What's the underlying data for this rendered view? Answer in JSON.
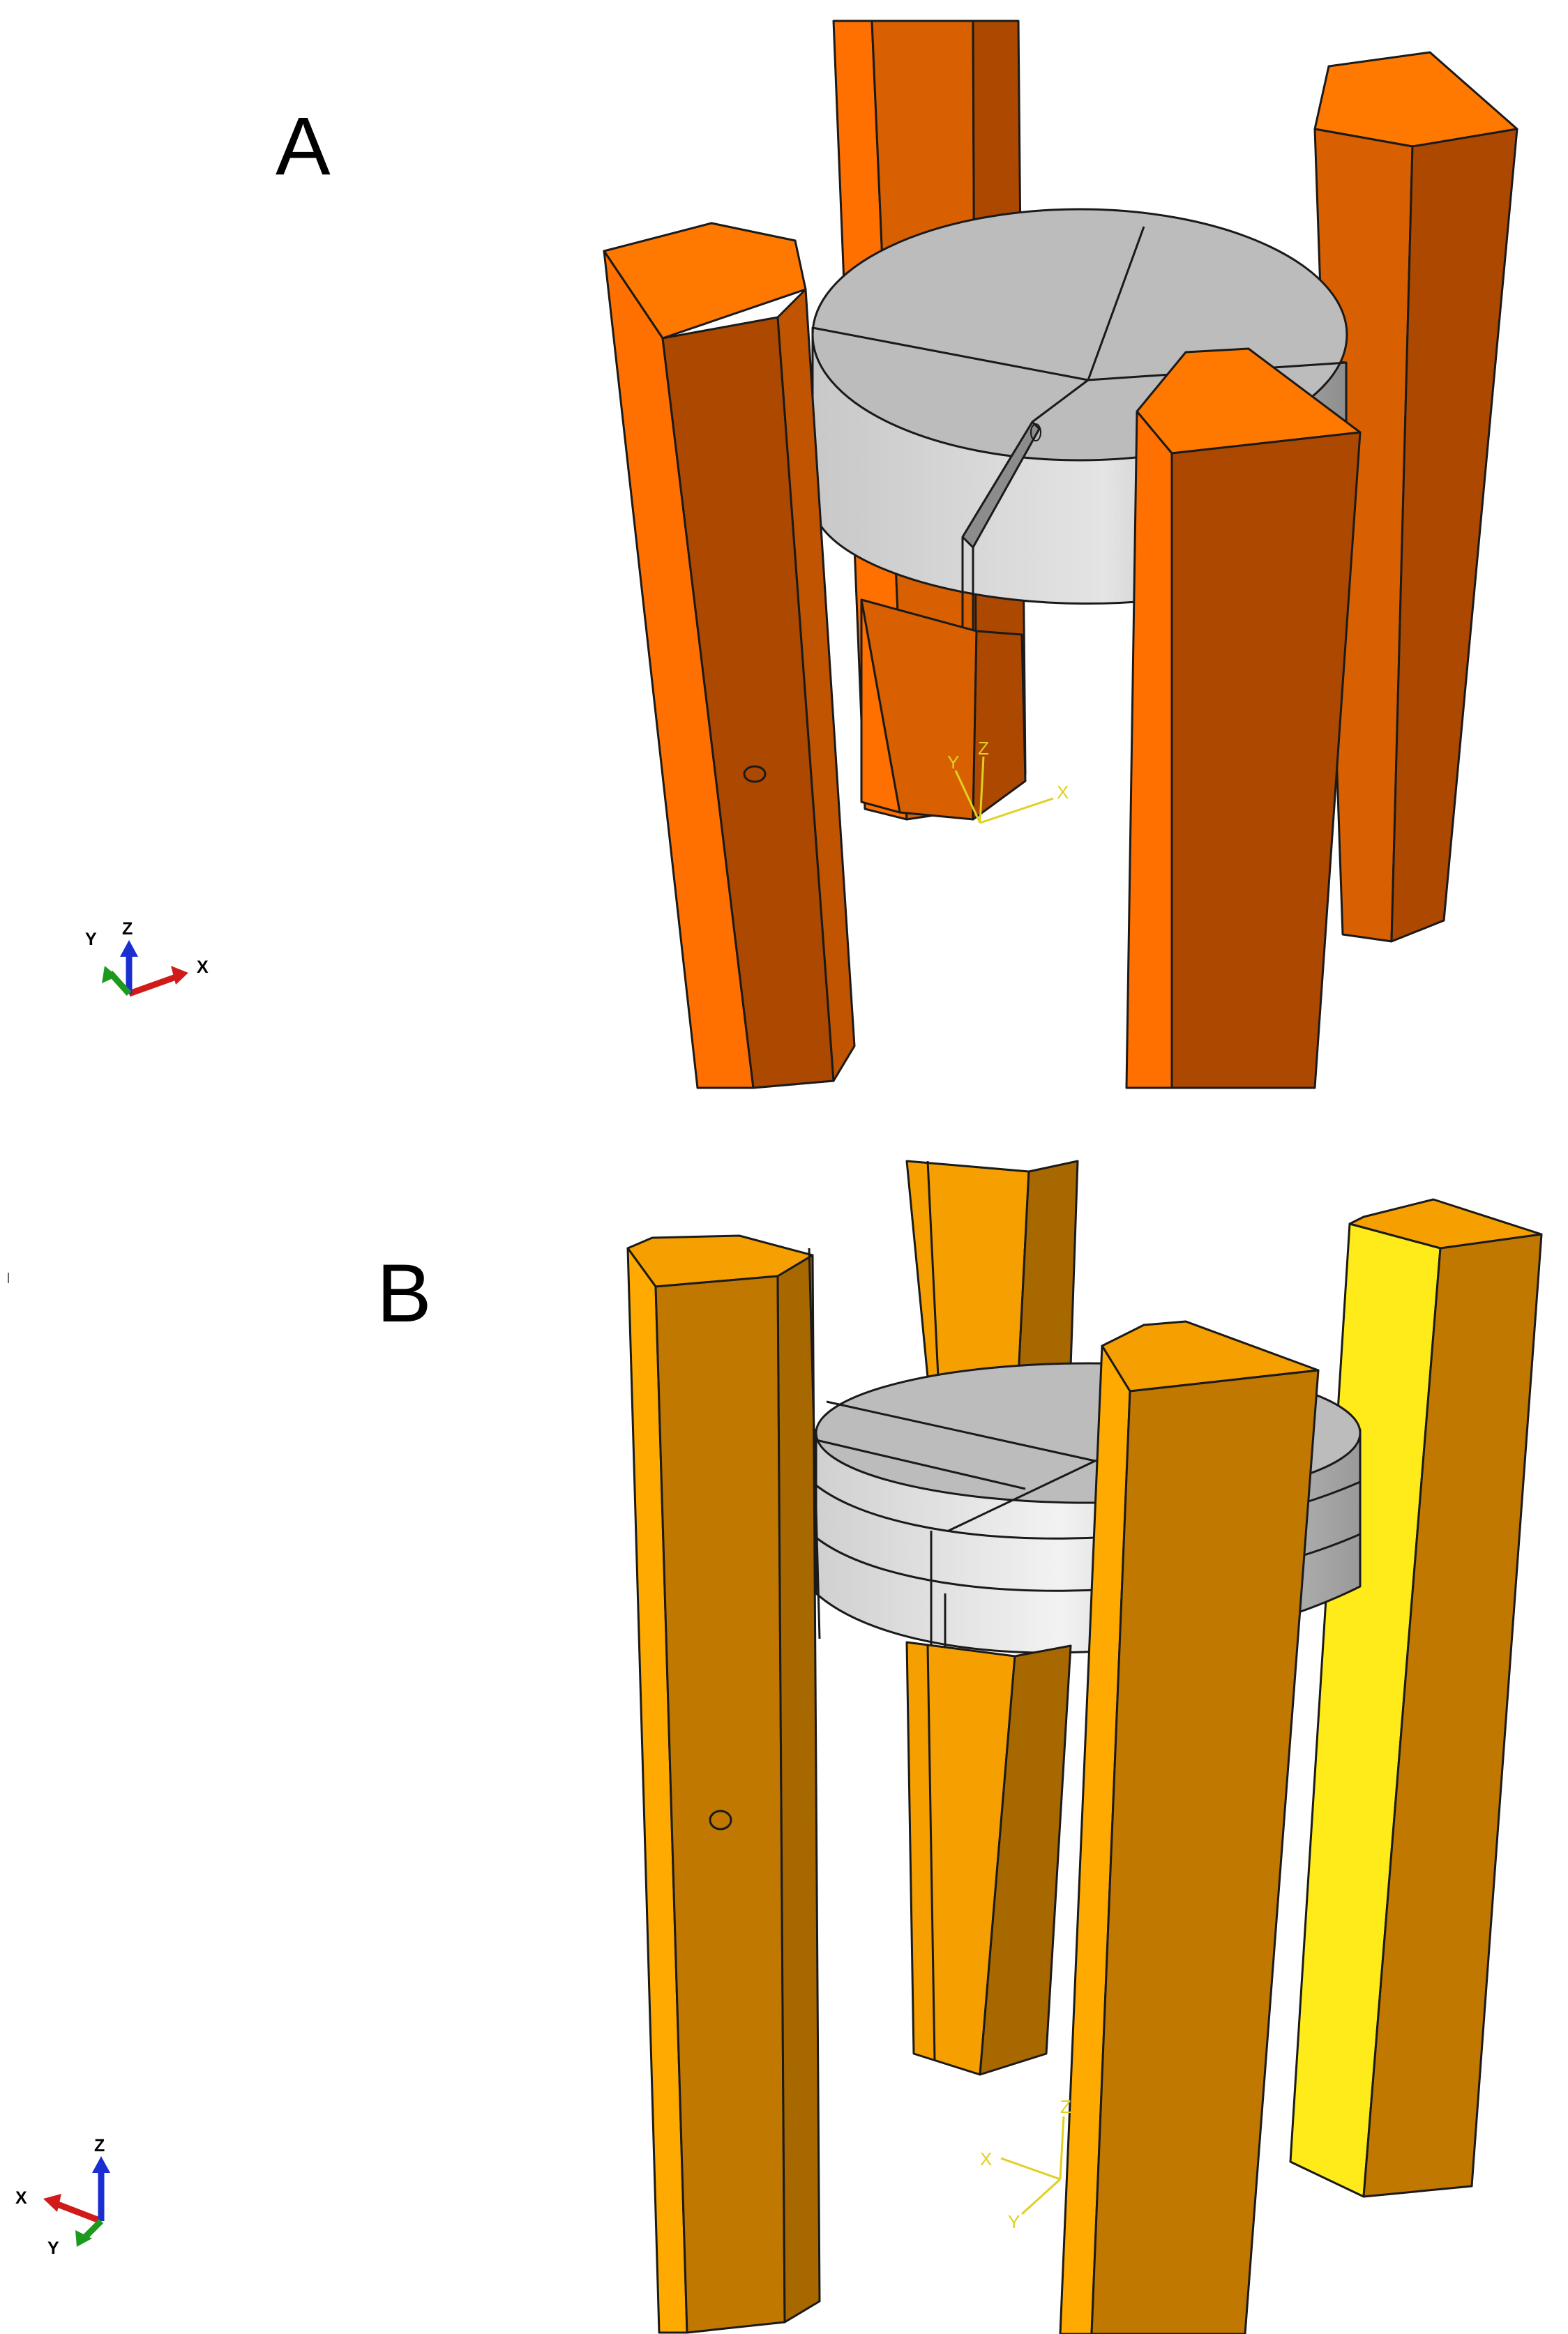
{
  "panels": [
    {
      "id": "A",
      "label": "A",
      "pillar_colors": {
        "top": "#ff7800",
        "front": "#ad4800",
        "side": "#d86000",
        "light": "#ff7000"
      },
      "disc_layers": 1,
      "view_triad": {
        "x": "X",
        "y": "Y",
        "z": "Z"
      },
      "csys": {
        "x": "X",
        "y": "Y",
        "z": "Z",
        "color": "#e0d020"
      }
    },
    {
      "id": "B",
      "label": "B",
      "pillar_colors": {
        "top": "#f5a000",
        "front": "#c07800",
        "side": "#a86800",
        "light": "#ffaa00",
        "highlight": "#ffeb1a"
      },
      "disc_layers": 3,
      "view_triad": {
        "x": "X",
        "y": "Y",
        "z": "Z"
      },
      "csys": {
        "x": "X",
        "y": "Y",
        "z": "Z",
        "color": "#e0d020"
      }
    }
  ],
  "colors": {
    "disc_top": "#bcbcbc",
    "disc_side": "#cfcfcf",
    "edge": "#1a1a1a",
    "triad_x": "#d11b1b",
    "triad_y": "#1d9a1d",
    "triad_z": "#1b2fd1"
  }
}
